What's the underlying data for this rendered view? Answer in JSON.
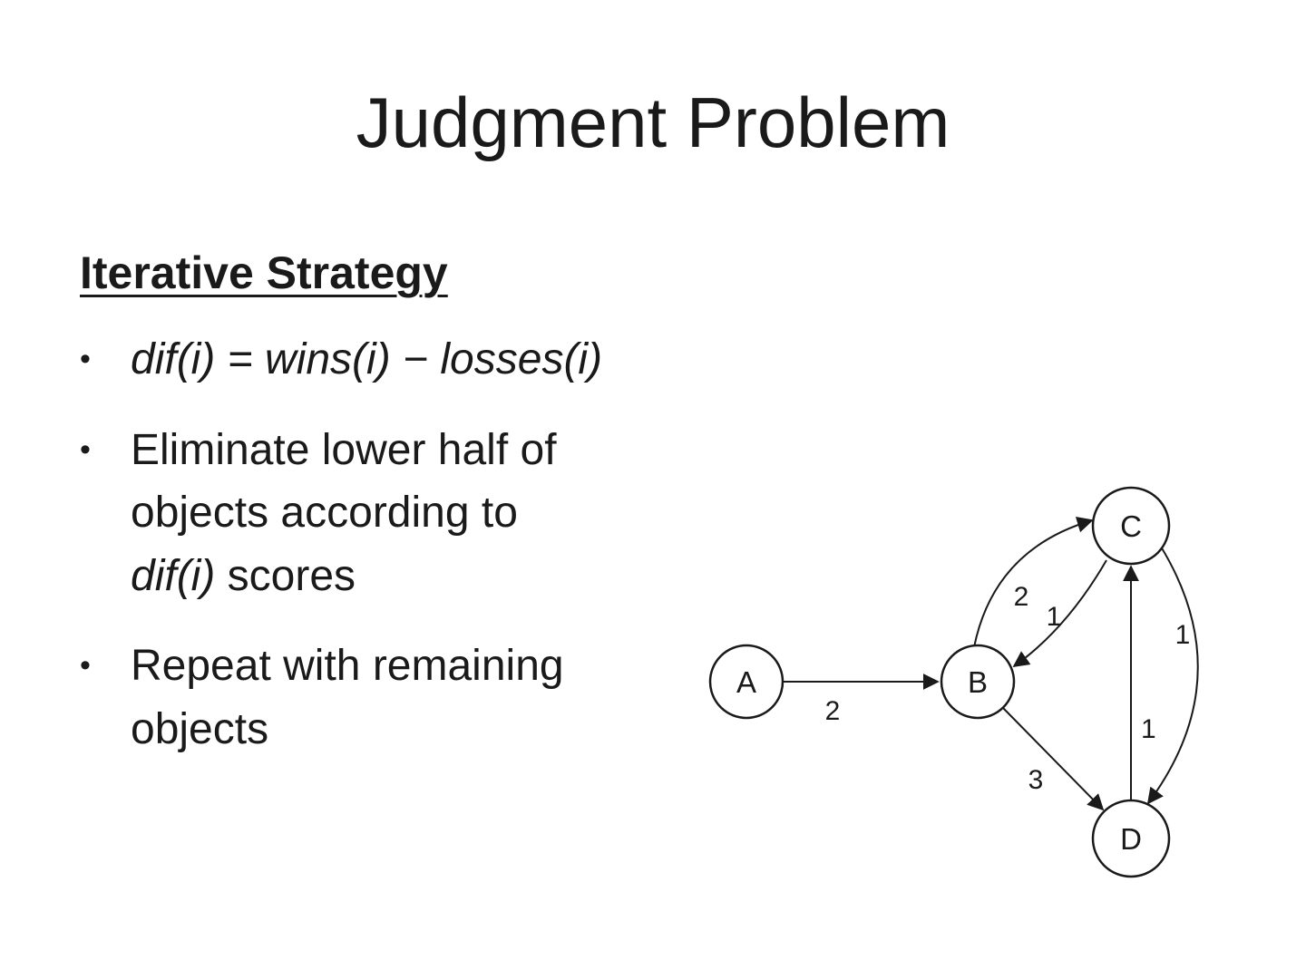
{
  "slide": {
    "title": "Judgment Problem",
    "heading": "Iterative Strategy",
    "bullet_char": "•",
    "bullets": [
      {
        "segments": [
          "dif(i) = wins(i) − losses(i)"
        ]
      },
      {
        "segments": [
          "Eliminate lower half of",
          "objects according to",
          "dif(i)",
          " scores"
        ]
      },
      {
        "segments": [
          "Repeat with remaining",
          "objects"
        ]
      }
    ]
  },
  "graph": {
    "nodes": [
      {
        "label": "A"
      },
      {
        "label": "B"
      },
      {
        "label": "C"
      },
      {
        "label": "D"
      }
    ],
    "edges": [
      {
        "from": "A",
        "to": "B",
        "label": "2"
      },
      {
        "from": "B",
        "to": "C",
        "label": "2"
      },
      {
        "from": "C",
        "to": "B",
        "label": "1"
      },
      {
        "from": "B",
        "to": "D",
        "label": "3"
      },
      {
        "from": "D",
        "to": "C",
        "label": "1"
      },
      {
        "from": "C",
        "to": "D",
        "label": "1"
      }
    ]
  }
}
